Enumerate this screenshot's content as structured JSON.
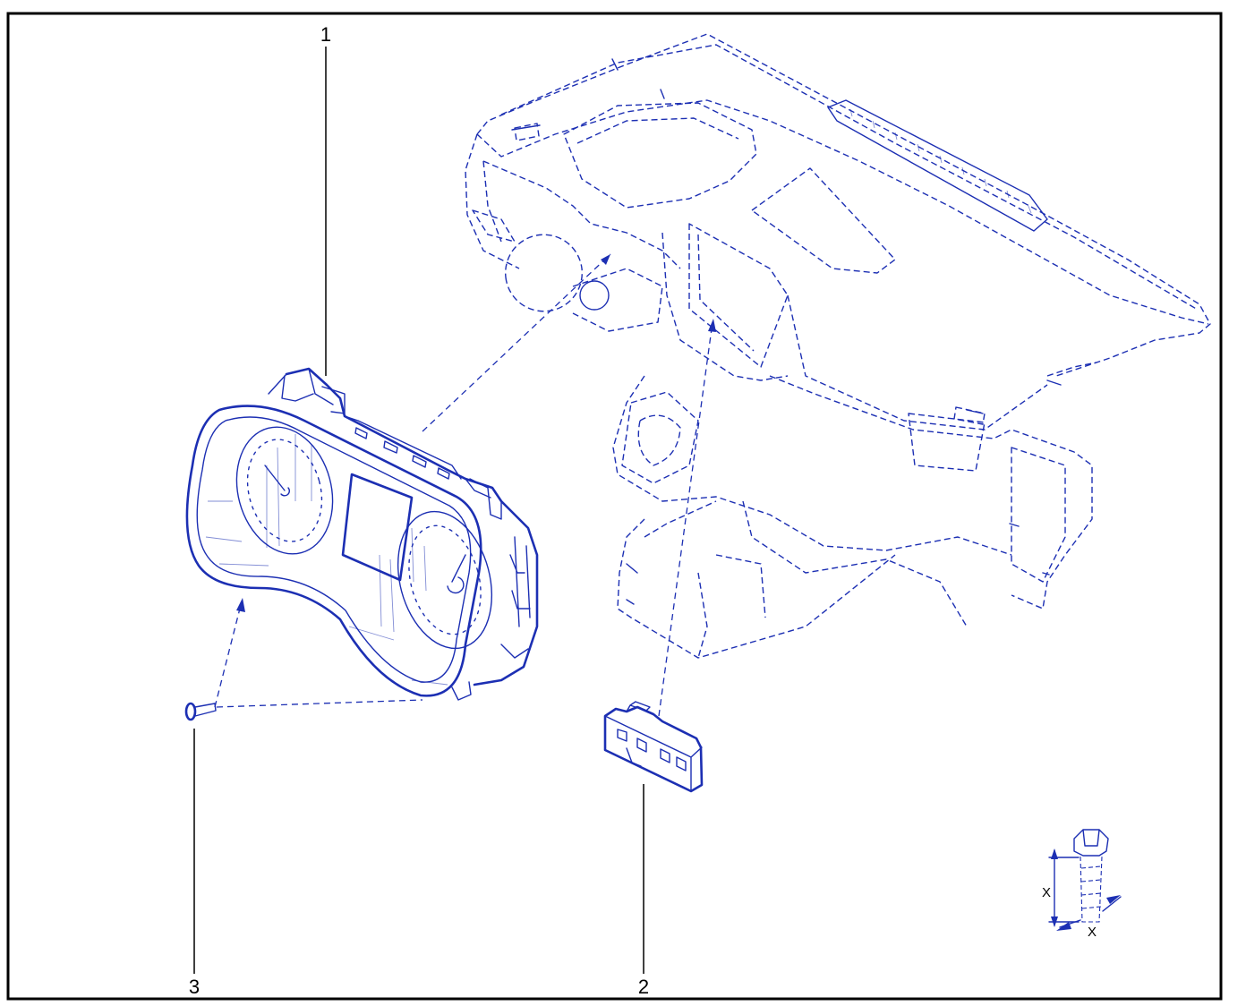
{
  "callouts": {
    "part1": "1",
    "part2": "2",
    "part3": "3"
  },
  "dimension_symbol": {
    "height_label": "X",
    "width_label": "X"
  },
  "colors": {
    "line": "#1c2fb3",
    "frame": "#000000"
  }
}
